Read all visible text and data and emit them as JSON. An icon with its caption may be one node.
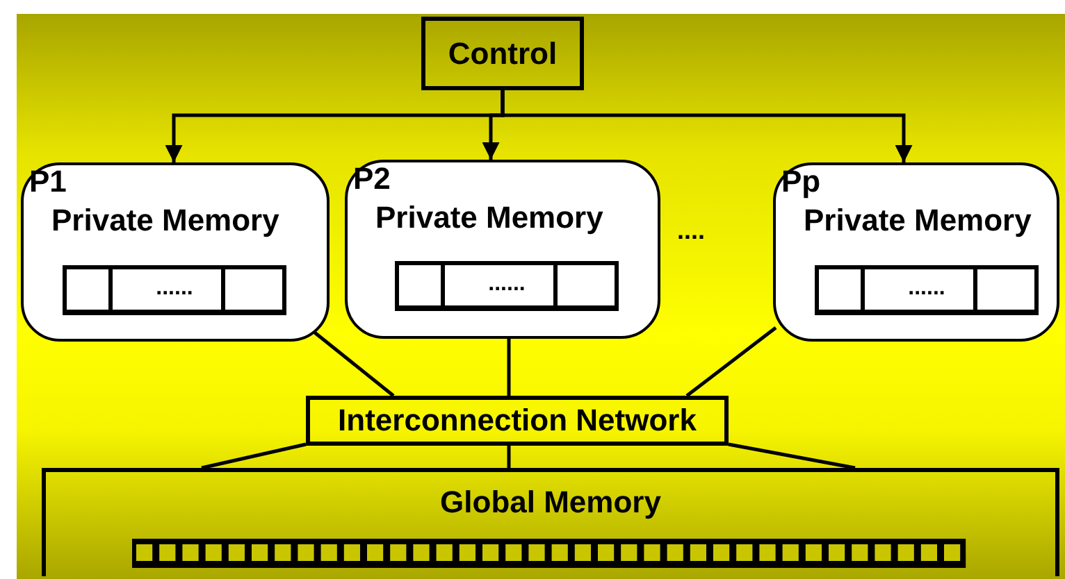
{
  "diagram": {
    "nodes": [
      {
        "text": [
          "Control"
        ]
      },
      {
        "text": [
          "P1",
          "Private Memory"
        ]
      },
      {
        "text": [
          "......"
        ],
        "in": 1
      },
      {
        "text": [
          "P2",
          "Private Memory"
        ]
      },
      {
        "text": [
          "......"
        ],
        "in": 3
      },
      {
        "text": [
          "Pp",
          "Private Memory"
        ]
      },
      {
        "text": [
          "......"
        ],
        "in": 5
      },
      {
        "text": [
          "Interconnection Network"
        ]
      },
      {
        "text": [
          "Global Memory"
        ]
      }
    ],
    "edges": [
      {
        "from": 0,
        "to": 1,
        "arrow": "to"
      },
      {
        "from": 0,
        "to": 3,
        "arrow": "to"
      },
      {
        "from": 0,
        "to": 5,
        "arrow": "to"
      },
      {
        "from": 1,
        "to": 7,
        "arrow": "none"
      },
      {
        "from": 3,
        "to": 7,
        "arrow": "none"
      },
      {
        "from": 5,
        "to": 7,
        "arrow": "none"
      },
      {
        "from": 7,
        "to": 8,
        "arrow": "none"
      },
      {
        "from": 7,
        "to": 8,
        "arrow": "none"
      },
      {
        "from": 7,
        "to": 8,
        "arrow": "none"
      }
    ],
    "labels": [
      "...."
    ]
  }
}
